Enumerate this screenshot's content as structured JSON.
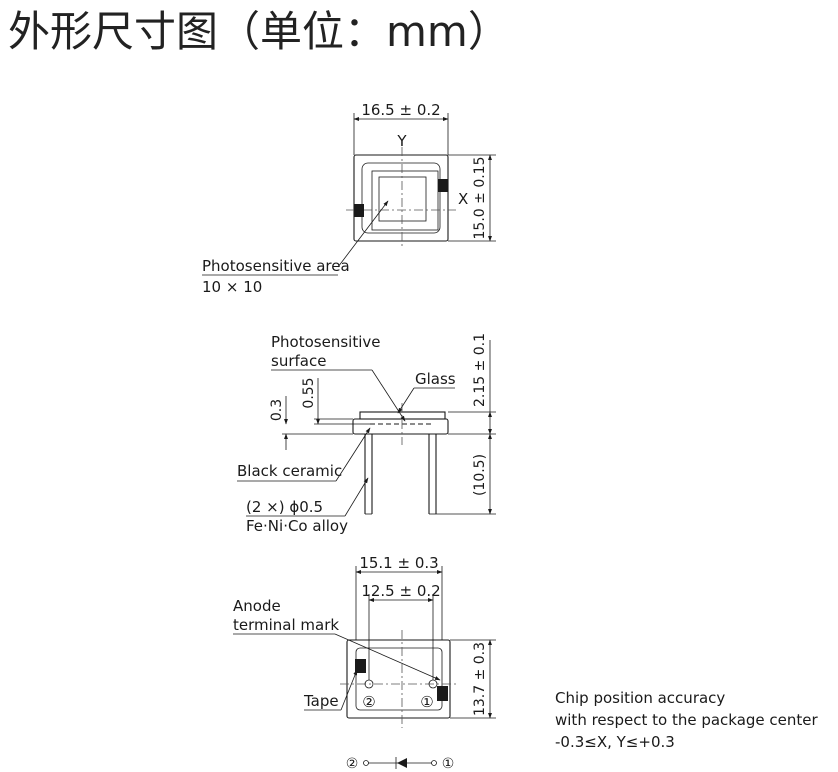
{
  "title": "外形尺寸图（单位：mm）",
  "top_view": {
    "width_dim": "16.5 ± 0.2",
    "height_dim": "15.0 ± 0.15",
    "axis_y": "Y",
    "axis_x": "X",
    "area_label": "Photosensitive area",
    "area_value": "10 × 10"
  },
  "side_view": {
    "surface_label_1": "Photosensitive",
    "surface_label_2": "surface",
    "glass_label": "Glass",
    "dim_055": "0.55",
    "dim_03": "0.3",
    "dim_height": "2.15 ± 0.1",
    "dim_lead": "(10.5)",
    "ceramic_label": "Black ceramic",
    "lead_label_1": "(2 ×) ϕ0.5",
    "lead_label_2": "Fe·Ni·Co alloy"
  },
  "bottom_view": {
    "outer_dim": "15.1 ± 0.3",
    "inner_dim": "12.5 ± 0.2",
    "height_dim": "13.7 ± 0.3",
    "anode_label_1": "Anode",
    "anode_label_2": "terminal mark",
    "tape_label": "Tape",
    "pin2": "②",
    "pin1": "①"
  },
  "note": {
    "line1": "Chip position accuracy",
    "line2": "with respect to the package center",
    "line3": "-0.3≤X, Y≤+0.3"
  },
  "schematic": {
    "pin2": "②",
    "pin1": "①"
  }
}
